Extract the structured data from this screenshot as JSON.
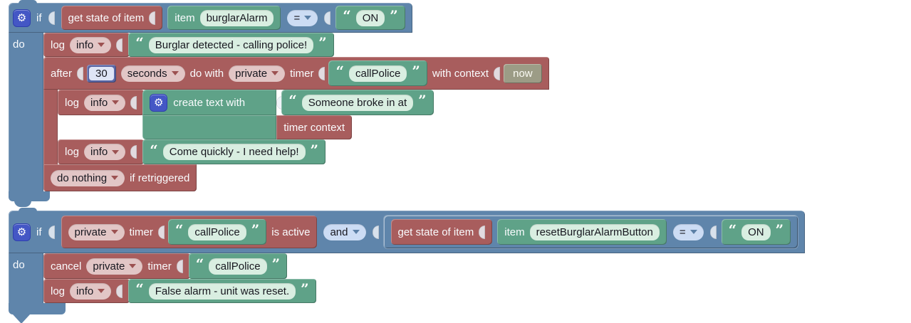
{
  "colors": {
    "frame_blue": "#5f85ab",
    "action_red": "#a85d5d",
    "string_green": "#5fa288",
    "number_navy": "#5b67a5",
    "shadow_olive": "#9c9c86",
    "field_pink": "#e2c6c6",
    "field_light_green": "#d9eee1",
    "field_light_blue": "#ccdcf4",
    "gear_blue": "#4457c5",
    "workspace": "#ffffff"
  },
  "icons": {
    "gear": "⚙",
    "quote_open": "“",
    "quote_close": "”"
  },
  "rule1": {
    "if_label": "if",
    "do_label": "do",
    "cond": {
      "get_state_label": "get state of item",
      "item_label": "item",
      "item_name": "burglarAlarm",
      "operator": "=",
      "value": "ON"
    },
    "log1": {
      "log_label": "log",
      "level": "info",
      "message": "Burglar detected - calling police!"
    },
    "after": {
      "after_label": "after",
      "delay": "30",
      "unit": "seconds",
      "do_with_label": "do with",
      "scope": "private",
      "timer_label": "timer",
      "timer_name": "callPolice",
      "with_context_label": "with context",
      "context_value": "now",
      "log2": {
        "log_label": "log",
        "level": "info",
        "create_text_label": "create text with",
        "text1": "Someone broke in at",
        "text2_label": "timer context"
      },
      "log3": {
        "log_label": "log",
        "level": "info",
        "message": "Come quickly - I need help!"
      },
      "retrigger_action": "do nothing",
      "retrigger_suffix": "if retriggered"
    }
  },
  "rule2": {
    "if_label": "if",
    "do_label": "do",
    "cond": {
      "timer_scope": "private",
      "timer_label": "timer",
      "timer_name": "callPolice",
      "is_active_label": "is active",
      "logic_operator": "and",
      "get_state_label": "get state of item",
      "item_label": "item",
      "item_name": "resetBurglarAlarmButton",
      "operator": "=",
      "value": "ON"
    },
    "cancel": {
      "cancel_label": "cancel",
      "scope": "private",
      "timer_label": "timer",
      "timer_name": "callPolice"
    },
    "log": {
      "log_label": "log",
      "level": "info",
      "message": "False alarm - unit was reset."
    }
  }
}
